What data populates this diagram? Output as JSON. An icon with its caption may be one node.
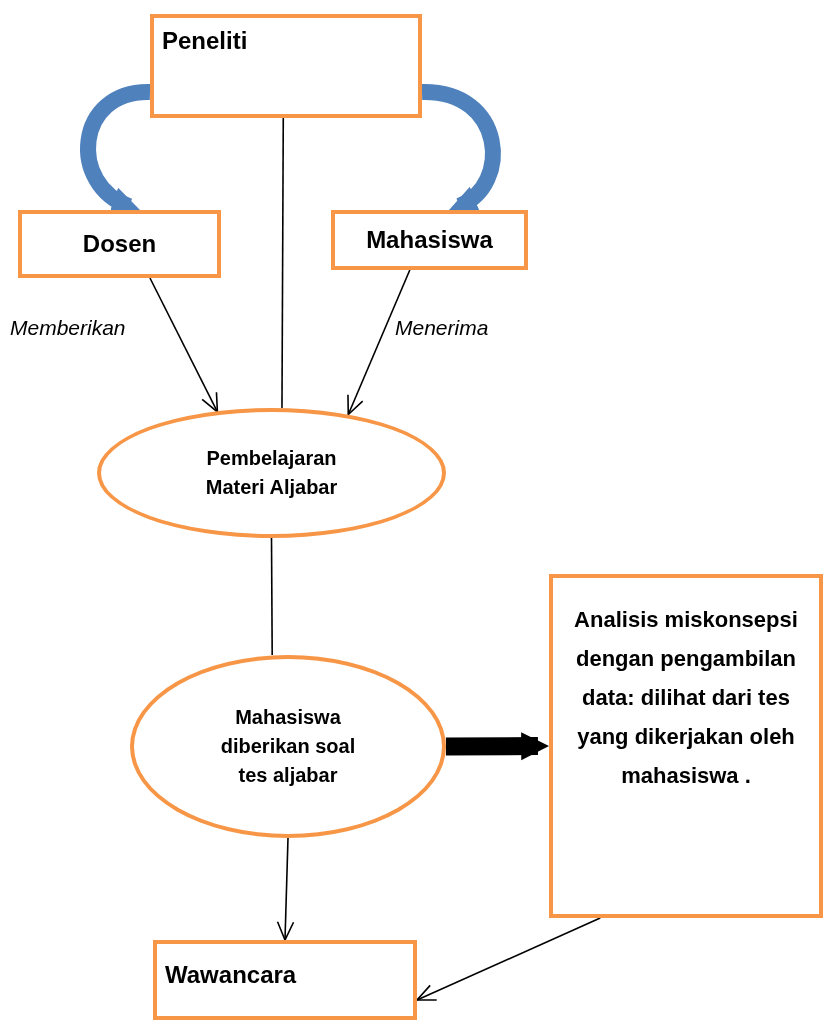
{
  "diagram": {
    "nodes": [
      {
        "text": [
          "Peneliti"
        ]
      },
      {
        "text": [
          "Dosen"
        ]
      },
      {
        "text": [
          "Mahasiswa"
        ]
      },
      {
        "text": [
          "Pembelajaran Materi Aljabar"
        ]
      },
      {
        "text": [
          "Mahasiswa diberikan soal tes aljabar"
        ]
      },
      {
        "text": [
          "Analisis miskonsepsi dengan pengambilan data: dilihat dari tes yang dikerjakan oleh mahasiswa ."
        ]
      },
      {
        "text": [
          "Wawancara"
        ]
      }
    ],
    "edges": [
      {
        "from": 0,
        "to": 1,
        "arrow": "to",
        "style": "thick",
        "color": "#4f81bd"
      },
      {
        "from": 0,
        "to": 2,
        "arrow": "to",
        "style": "thick",
        "color": "#4f81bd"
      },
      {
        "from": 1,
        "to": 3,
        "arrow": "to",
        "label": "Memberikan"
      },
      {
        "from": 2,
        "to": 3,
        "arrow": "to",
        "label": "Menerima"
      },
      {
        "from": 0,
        "to": 3,
        "arrow": "none"
      },
      {
        "from": 3,
        "to": 4,
        "arrow": "none"
      },
      {
        "from": 4,
        "to": 6,
        "arrow": "to"
      },
      {
        "from": 4,
        "to": 5,
        "arrow": "to",
        "style": "thick"
      },
      {
        "from": 5,
        "to": 6,
        "arrow": "to"
      }
    ]
  }
}
